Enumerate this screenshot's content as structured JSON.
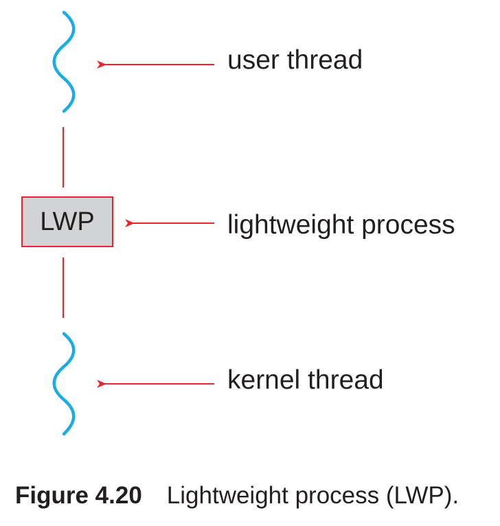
{
  "diagram": {
    "labels": {
      "user_thread": "user thread",
      "lightweight_process": "lightweight process",
      "kernel_thread": "kernel thread"
    },
    "lwp_box_text": "LWP",
    "colors": {
      "thread_wave": "#1aace2",
      "connector": "#e8262a",
      "arrow": "#e8262a",
      "box_fill": "#d2d3d5",
      "box_border": "#e8262a",
      "text": "#231f20"
    }
  },
  "caption": {
    "figure_number": "Figure 4.20",
    "text": "Lightweight process (LWP)."
  }
}
